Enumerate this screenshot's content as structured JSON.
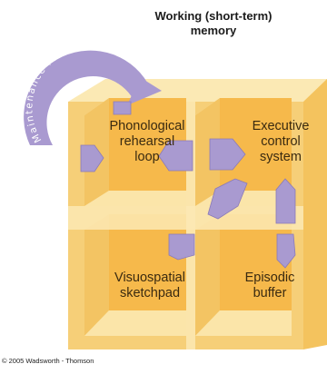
{
  "title": "Working (short-term)\nmemory",
  "arc_label": "Maintenance rehearsal",
  "components": [
    {
      "id": "phonological",
      "label": "Phonological\nrehearsal\nloop"
    },
    {
      "id": "executive",
      "label": "Executive\ncontrol\nsystem"
    },
    {
      "id": "visuospatial",
      "label": "Visuospatial\nsketchpad"
    },
    {
      "id": "episodic",
      "label": "Episodic\nbuffer"
    }
  ],
  "copyright": "© 2005 Wadsworth - Thomson",
  "colors": {
    "face": "#f6cf78",
    "frame": "#fbe9b4",
    "inner": "#f3b54a",
    "arrow": "#a99ad0",
    "arrow_stroke": "#8a7ab8",
    "ring": "#a99ad0"
  }
}
